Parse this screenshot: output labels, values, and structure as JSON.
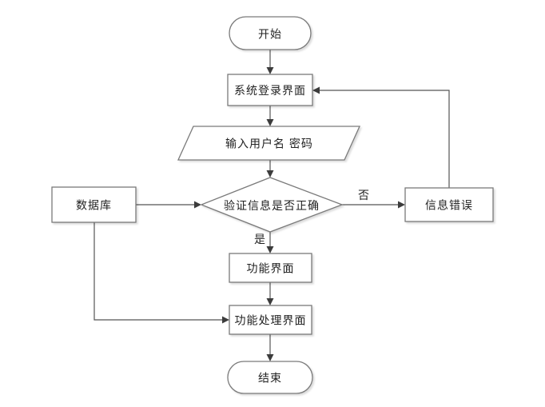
{
  "diagram": {
    "colors": {
      "background": "#ffffff",
      "shape_fill": "#ffffff",
      "shape_border": "#7a7a7a",
      "line": "#555555",
      "arrow": "#3c3c3c",
      "text": "#222222"
    },
    "nodes": {
      "start": {
        "label": "开始",
        "shape": "terminator"
      },
      "login": {
        "label": "系统登录界面",
        "shape": "process"
      },
      "input": {
        "label": "输入用户名 密码",
        "shape": "data"
      },
      "verify": {
        "label": "验证信息是否正确",
        "shape": "decision"
      },
      "database": {
        "label": "数据库",
        "shape": "process"
      },
      "error": {
        "label": "信息错误",
        "shape": "process"
      },
      "function_ui": {
        "label": "功能界面",
        "shape": "process"
      },
      "function_process": {
        "label": "功能处理界面",
        "shape": "process"
      },
      "end": {
        "label": "结束",
        "shape": "terminator"
      }
    },
    "edges": [
      {
        "from": "start",
        "to": "login"
      },
      {
        "from": "login",
        "to": "input"
      },
      {
        "from": "input",
        "to": "verify"
      },
      {
        "from": "database",
        "to": "verify"
      },
      {
        "from": "verify",
        "to": "error",
        "label": "否"
      },
      {
        "from": "verify",
        "to": "function_ui",
        "label": "是"
      },
      {
        "from": "error",
        "to": "login"
      },
      {
        "from": "function_ui",
        "to": "function_process"
      },
      {
        "from": "database",
        "to": "function_process"
      },
      {
        "from": "function_process",
        "to": "end"
      }
    ]
  }
}
